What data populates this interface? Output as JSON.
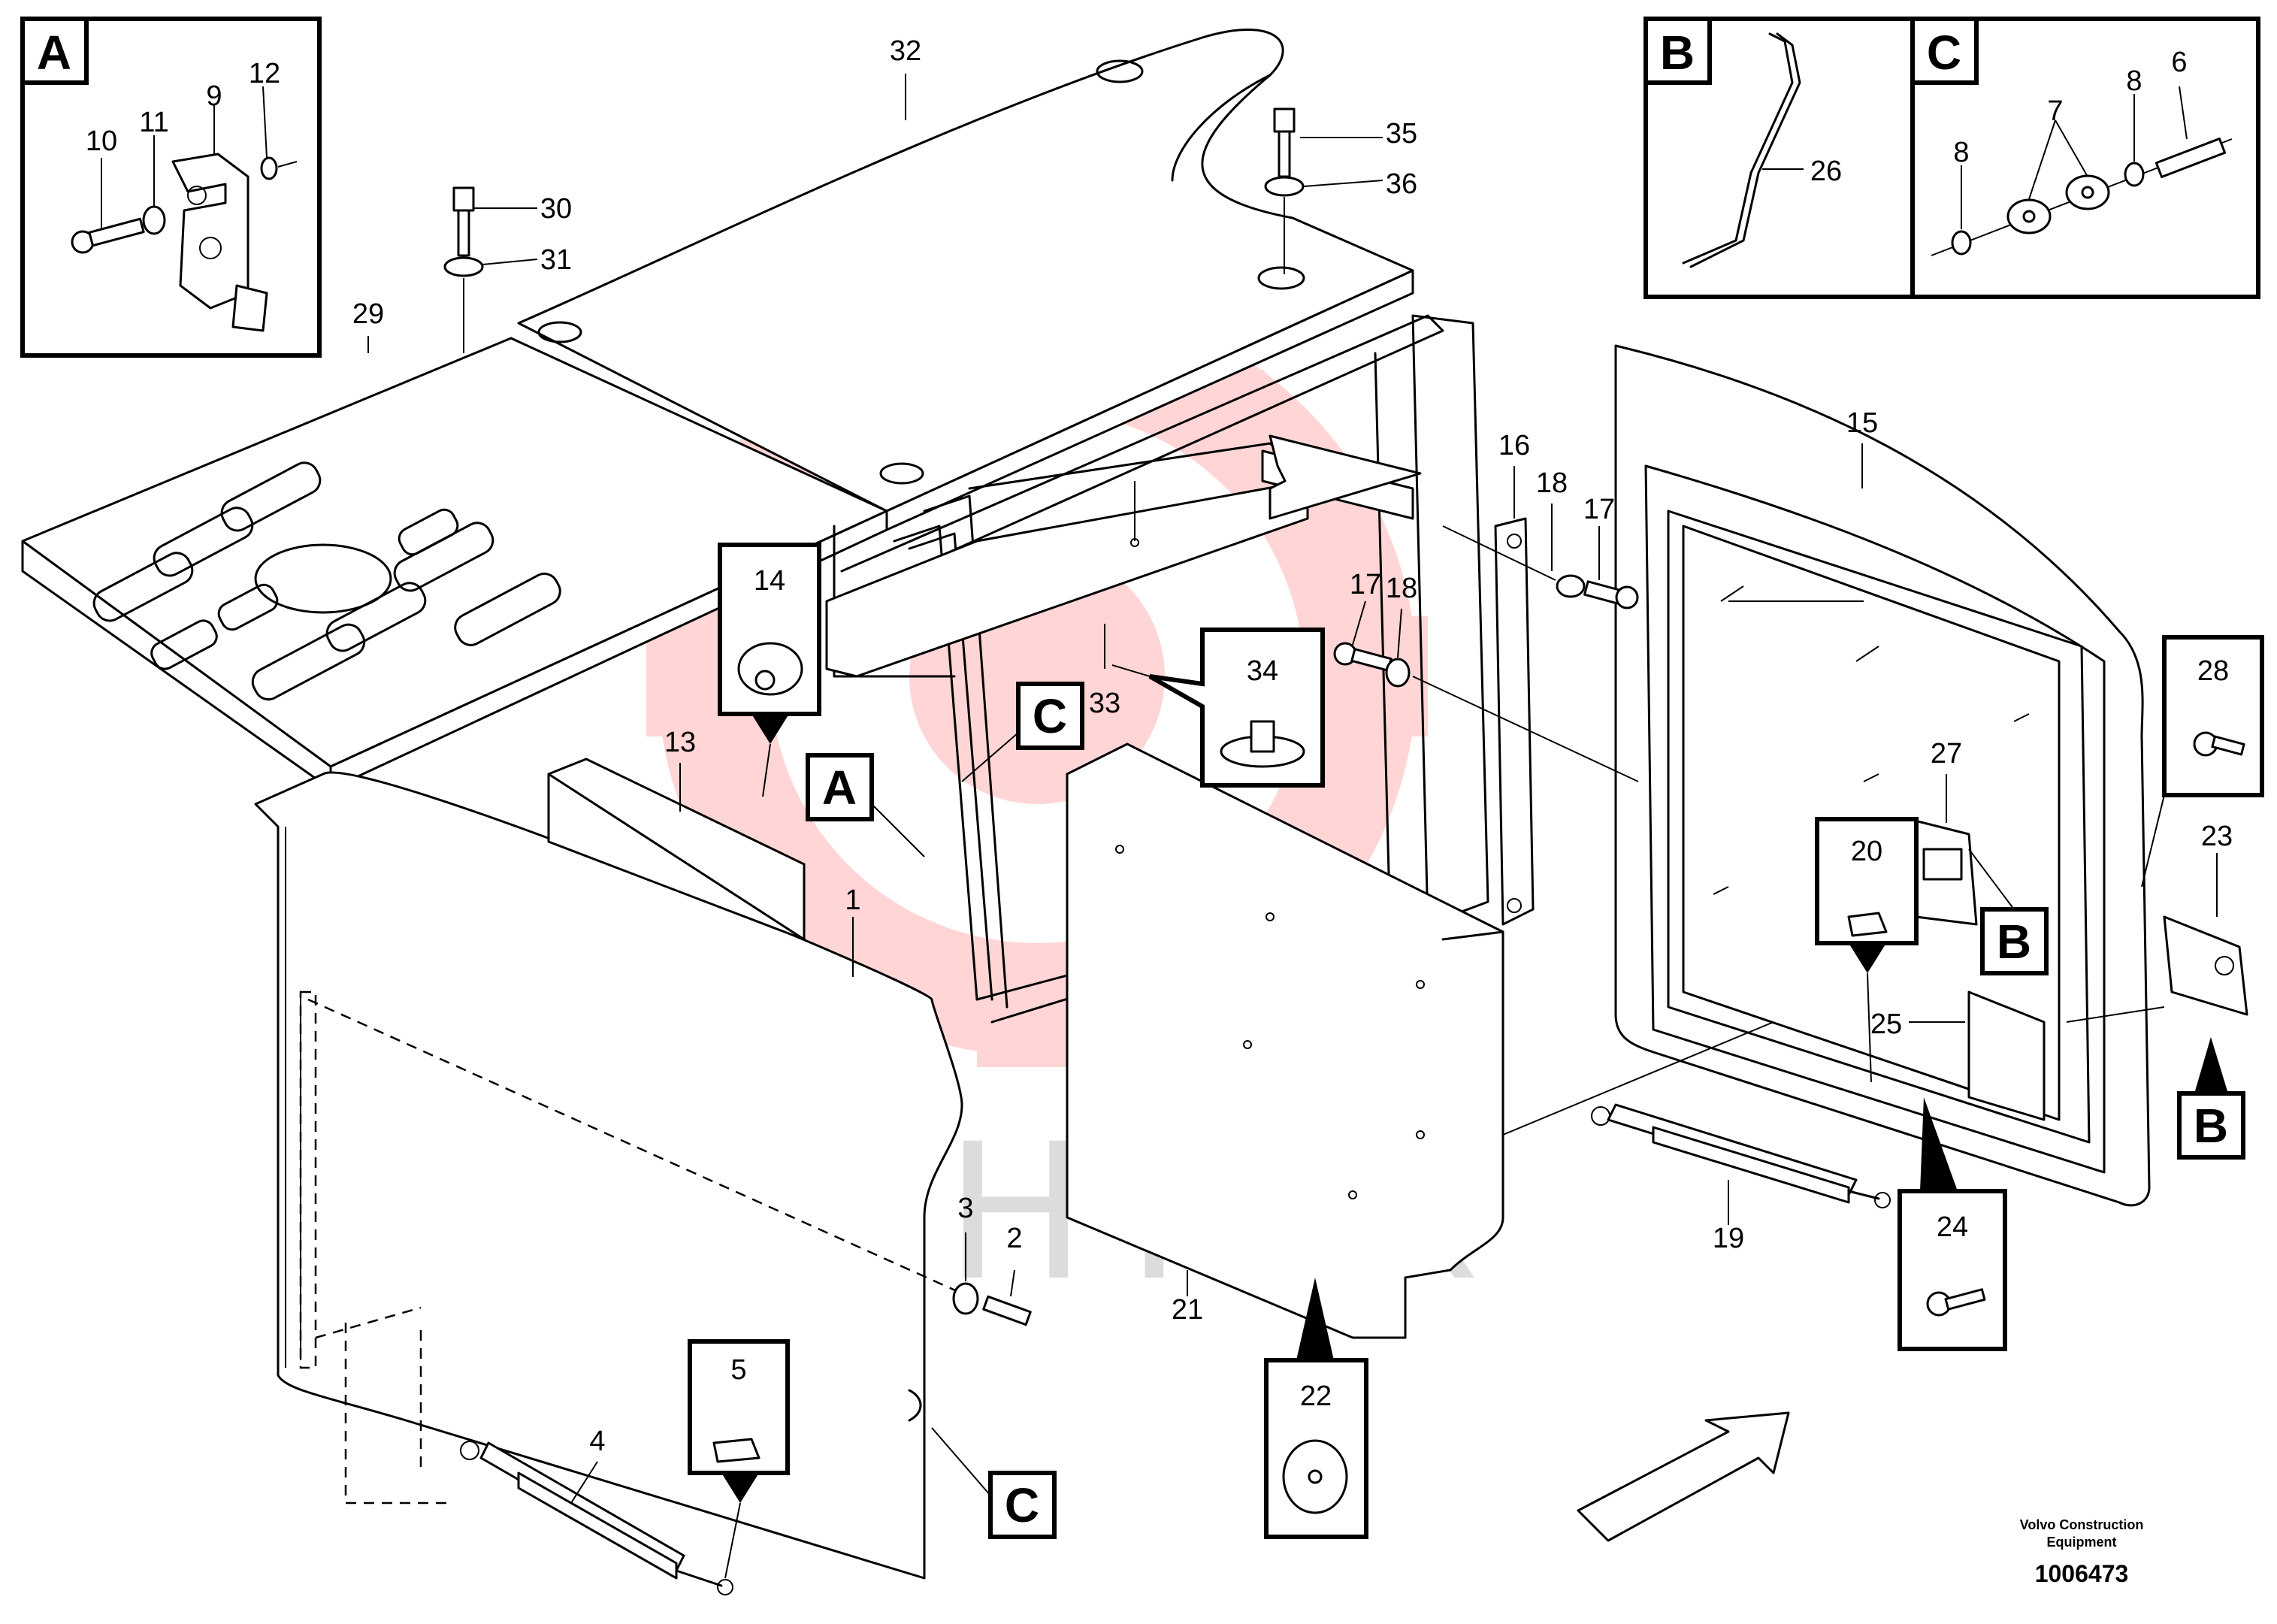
{
  "watermark": {
    "text": "ИНТЕХ",
    "color": "#ffb3b3"
  },
  "detail_views": [
    {
      "letter": "A"
    },
    {
      "letter": "B"
    },
    {
      "letter": "C"
    }
  ],
  "view_markers": [
    {
      "letter": "A"
    },
    {
      "letter": "C"
    },
    {
      "letter": "C"
    },
    {
      "letter": "B"
    },
    {
      "letter": "B"
    }
  ],
  "callouts": [
    "1",
    "2",
    "3",
    "4",
    "5",
    "6",
    "7",
    "8",
    "8",
    "9",
    "10",
    "11",
    "12",
    "13",
    "14",
    "15",
    "16",
    "17",
    "17",
    "18",
    "18",
    "19",
    "20",
    "21",
    "22",
    "23",
    "24",
    "25",
    "26",
    "27",
    "28",
    "29",
    "30",
    "31",
    "32",
    "33",
    "34",
    "35",
    "36"
  ],
  "footer": {
    "brand_line1": "Volvo Construction",
    "brand_line2": "Equipment",
    "drawing_number": "1006473"
  },
  "arrow": {
    "icon": "direction-arrow-icon"
  }
}
